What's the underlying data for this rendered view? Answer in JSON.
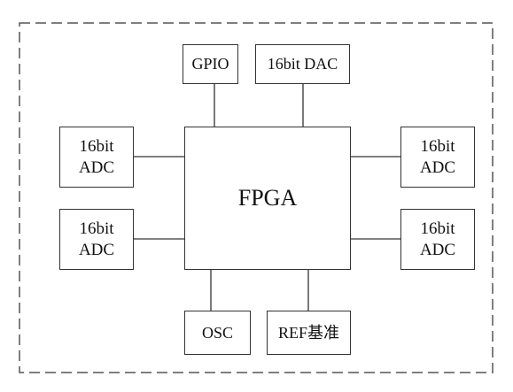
{
  "diagram": {
    "center": {
      "label": "FPGA"
    },
    "top": [
      {
        "label": "GPIO"
      },
      {
        "label": "16bit DAC"
      }
    ],
    "left": [
      {
        "line1": "16bit",
        "line2": "ADC"
      },
      {
        "line1": "16bit",
        "line2": "ADC"
      }
    ],
    "right": [
      {
        "line1": "16bit",
        "line2": "ADC"
      },
      {
        "line1": "16bit",
        "line2": "ADC"
      }
    ],
    "bottom": [
      {
        "label": "OSC"
      },
      {
        "label": "REF基准"
      }
    ]
  }
}
